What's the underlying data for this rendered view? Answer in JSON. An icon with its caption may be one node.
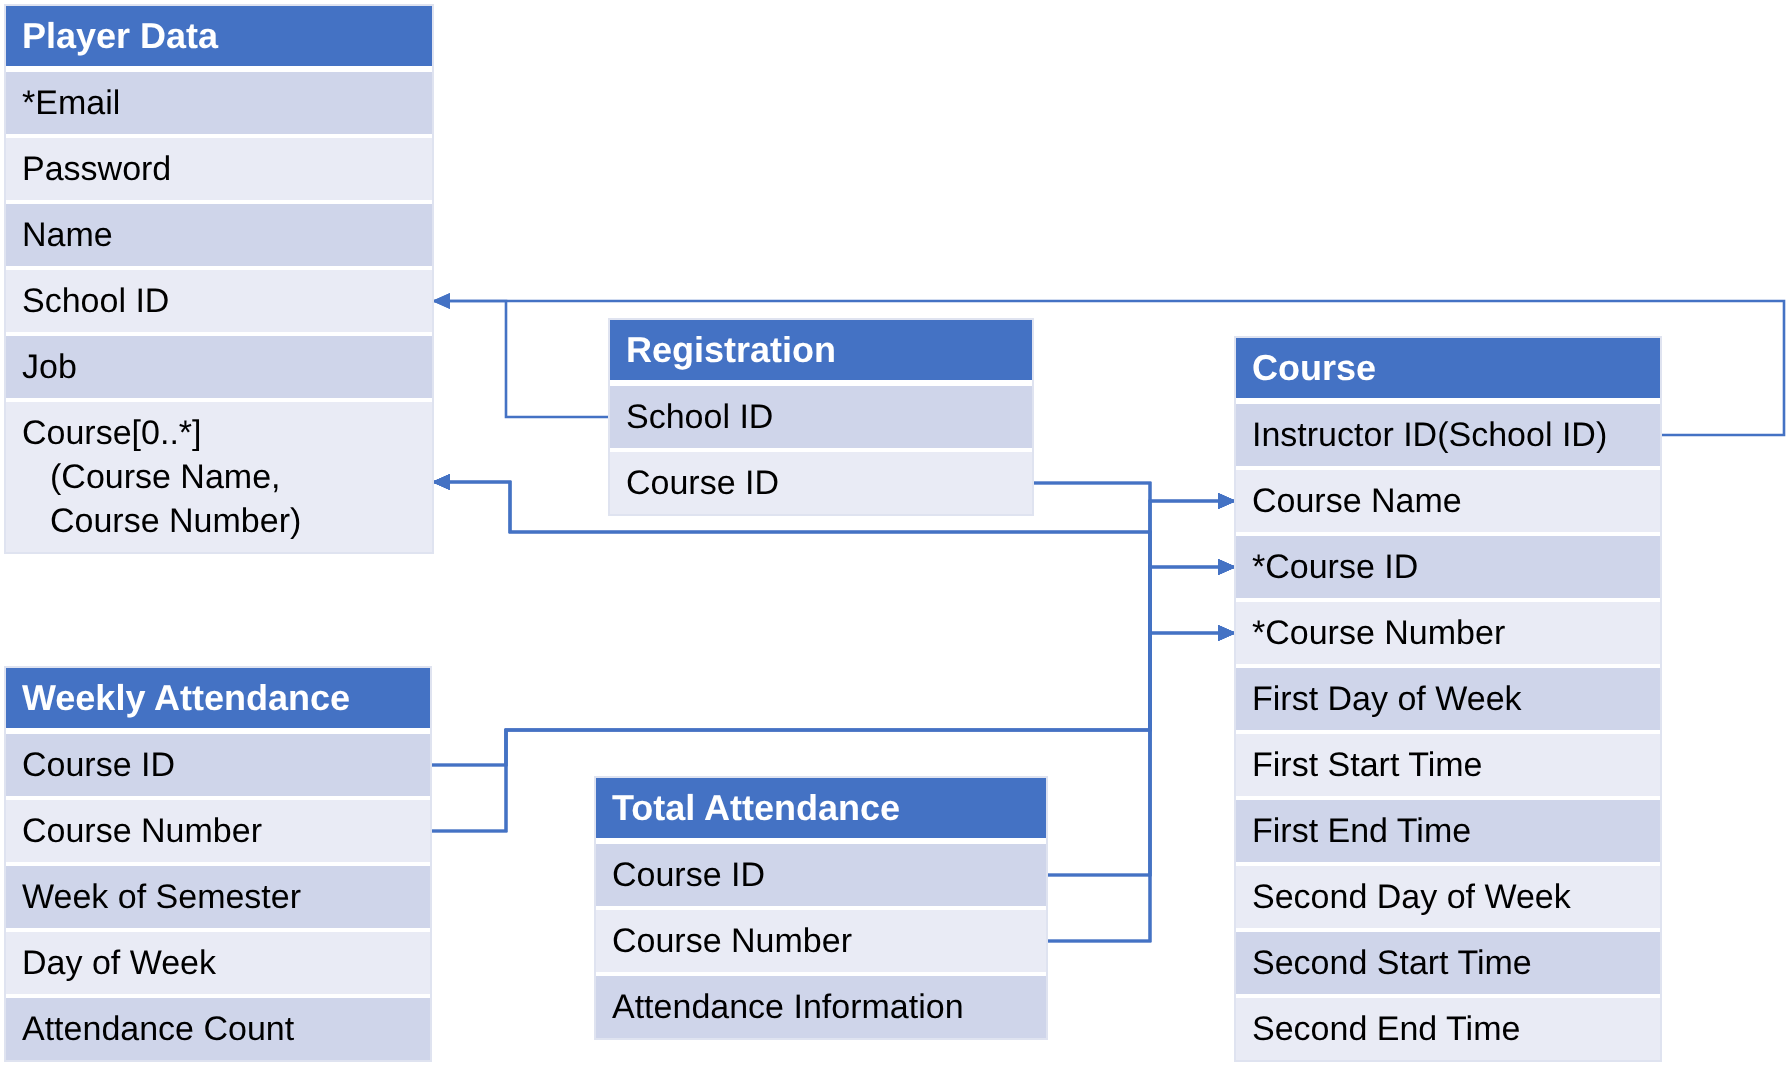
{
  "diagram": {
    "nodes": [
      {
        "text": [
          "Player Data"
        ]
      },
      {
        "text": [
          "*Email"
        ],
        "in": 0
      },
      {
        "text": [
          "Password"
        ],
        "in": 0
      },
      {
        "text": [
          "Name"
        ],
        "in": 0
      },
      {
        "text": [
          "School ID"
        ],
        "in": 0
      },
      {
        "text": [
          "Job"
        ],
        "in": 0
      },
      {
        "text": [
          "Course[0..*] (Course Name, Course Number)"
        ],
        "in": 0
      },
      {
        "text": [
          "Registration"
        ]
      },
      {
        "text": [
          "School ID"
        ],
        "in": 7
      },
      {
        "text": [
          "Course ID"
        ],
        "in": 7
      },
      {
        "text": [
          "Course"
        ]
      },
      {
        "text": [
          "Instructor ID(School ID)"
        ],
        "in": 10
      },
      {
        "text": [
          "Course Name"
        ],
        "in": 10
      },
      {
        "text": [
          "*Course ID"
        ],
        "in": 10
      },
      {
        "text": [
          "*Course Number"
        ],
        "in": 10
      },
      {
        "text": [
          "First Day of Week"
        ],
        "in": 10
      },
      {
        "text": [
          "First Start Time"
        ],
        "in": 10
      },
      {
        "text": [
          "First End Time"
        ],
        "in": 10
      },
      {
        "text": [
          "Second Day of Week"
        ],
        "in": 10
      },
      {
        "text": [
          "Second Start Time"
        ],
        "in": 10
      },
      {
        "text": [
          "Second End Time"
        ],
        "in": 10
      },
      {
        "text": [
          "Weekly Attendance"
        ]
      },
      {
        "text": [
          "Course ID"
        ],
        "in": 21
      },
      {
        "text": [
          "Course Number"
        ],
        "in": 21
      },
      {
        "text": [
          "Week of Semester"
        ],
        "in": 21
      },
      {
        "text": [
          "Day of Week"
        ],
        "in": 21
      },
      {
        "text": [
          "Attendance Count"
        ],
        "in": 21
      },
      {
        "text": [
          "Total Attendance"
        ]
      },
      {
        "text": [
          "Course ID"
        ],
        "in": 27
      },
      {
        "text": [
          "Course Number"
        ],
        "in": 27
      },
      {
        "text": [
          "Attendance Information"
        ],
        "in": 27
      }
    ],
    "edges": [
      {
        "from": 11,
        "to": 4,
        "arrow": "to"
      },
      {
        "from": 8,
        "to": 4,
        "arrow": "to"
      },
      {
        "from": 9,
        "to": 6,
        "arrow": "to"
      },
      {
        "from": 9,
        "to": 12,
        "arrow": "to"
      },
      {
        "from": 9,
        "to": 13,
        "arrow": "to"
      },
      {
        "from": 9,
        "to": 14,
        "arrow": "to"
      },
      {
        "from": 22,
        "to": 6,
        "arrow": "to"
      },
      {
        "from": 22,
        "to": 12,
        "arrow": "to"
      },
      {
        "from": 22,
        "to": 13,
        "arrow": "to"
      },
      {
        "from": 22,
        "to": 14,
        "arrow": "to"
      },
      {
        "from": 23,
        "to": 6,
        "arrow": "to"
      },
      {
        "from": 23,
        "to": 12,
        "arrow": "to"
      },
      {
        "from": 23,
        "to": 13,
        "arrow": "to"
      },
      {
        "from": 23,
        "to": 14,
        "arrow": "to"
      },
      {
        "from": 28,
        "to": 6,
        "arrow": "to"
      },
      {
        "from": 28,
        "to": 12,
        "arrow": "to"
      },
      {
        "from": 28,
        "to": 13,
        "arrow": "to"
      },
      {
        "from": 28,
        "to": 14,
        "arrow": "to"
      },
      {
        "from": 29,
        "to": 6,
        "arrow": "to"
      },
      {
        "from": 29,
        "to": 12,
        "arrow": "to"
      },
      {
        "from": 29,
        "to": 13,
        "arrow": "to"
      },
      {
        "from": 29,
        "to": 14,
        "arrow": "to"
      }
    ]
  }
}
